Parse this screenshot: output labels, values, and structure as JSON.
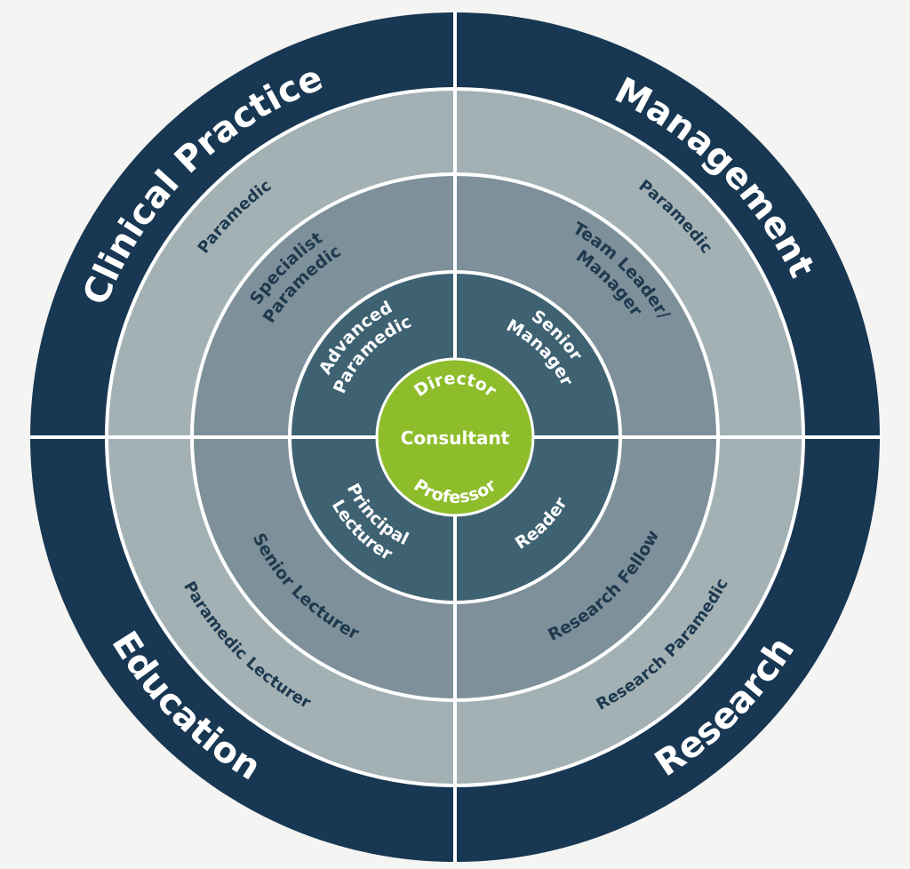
{
  "colors": {
    "background": "#f4f4f2",
    "domain_ring": "#183752",
    "entry_ring": "#a3b1b5",
    "specialist_ring": "#7e9099",
    "advanced_ring": "#3e6272",
    "center": "#8dbd2a",
    "divider": "#ffffff",
    "dark_text": "#1d3a4f",
    "light_text": "#ffffff"
  },
  "domains": [
    {
      "name": "Clinical Practice",
      "entry": [
        "Paramedic"
      ],
      "specialist": [
        "Specialist",
        "Paramedic"
      ],
      "advanced": [
        "Advanced",
        "Paramedic"
      ]
    },
    {
      "name": "Management",
      "entry": [
        "Paramedic"
      ],
      "specialist": [
        "Team Leader/",
        "Manager"
      ],
      "advanced": [
        "Senior",
        "Manager"
      ]
    },
    {
      "name": "Education",
      "entry": [
        "Paramedic Lecturer"
      ],
      "specialist": [
        "Senior Lecturer"
      ],
      "advanced": [
        "Principal",
        "Lecturer"
      ]
    },
    {
      "name": "Research",
      "entry": [
        "Research Paramedic"
      ],
      "specialist": [
        "Research Fellow"
      ],
      "advanced": [
        "Reader"
      ]
    }
  ],
  "center": {
    "top": "Director",
    "middle": "Consultant",
    "bottom": "Professor"
  }
}
